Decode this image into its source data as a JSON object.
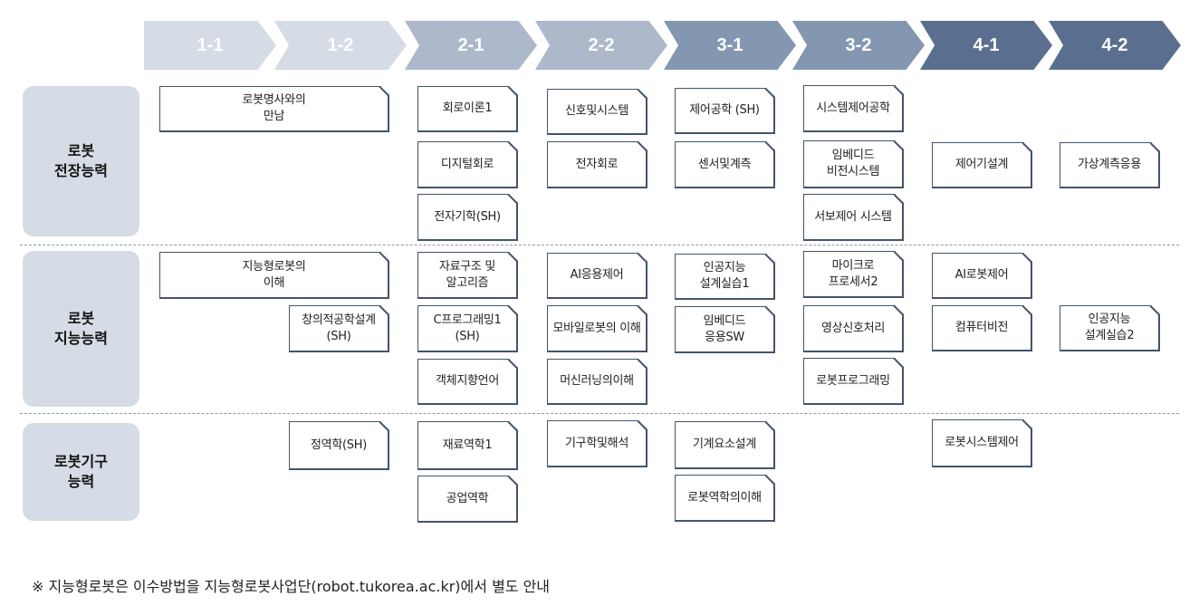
{
  "stages": [
    {
      "label": "1-1",
      "color": "#d6dce5"
    },
    {
      "label": "1-2",
      "color": "#d6dce5"
    },
    {
      "label": "2-1",
      "color": "#adb9ca"
    },
    {
      "label": "2-2",
      "color": "#adb9ca"
    },
    {
      "label": "3-1",
      "color": "#8497b0"
    },
    {
      "label": "3-2",
      "color": "#8497b0"
    },
    {
      "label": "4-1",
      "color": "#5a6f8f"
    },
    {
      "label": "4-2",
      "color": "#5a6f8f"
    }
  ],
  "categories": [
    {
      "label": "로봇\n전장능력"
    },
    {
      "label": "로봇\n지능능력"
    },
    {
      "label": "로봇기구\n능력"
    }
  ],
  "courses": {
    "c1": "로봇명사와의\n만남",
    "c2": "회로이론1",
    "c3": "신호및시스템",
    "c4": "제어공학 (SH)",
    "c5": "시스템제어공학",
    "c6": "디지털회로",
    "c7": "전자회로",
    "c8": "센서및계측",
    "c9": "임베디드\n비전시스템",
    "c10": "제어기설계",
    "c11": "가상계측응용",
    "c12": "전자기학(SH)",
    "c13": "서보제어 시스템",
    "c14": "지능형로봇의\n이해",
    "c15": "자료구조 및\n알고리즘",
    "c16": "AI응용제어",
    "c17": "인공지능\n설계실습1",
    "c18": "마이크로\n프로세서2",
    "c19": "AI로봇제어",
    "c20": "창의적공학설계\n(SH)",
    "c21": "C프로그래밍1 (SH)",
    "c22": "모바일로봇의 이해",
    "c23": "임베디드\n응용SW",
    "c24": "영상신호처리",
    "c25": "컴퓨터비전",
    "c26": "인공지능\n설계실습2",
    "c27": "객체지향언어",
    "c28": "머신러닝의이해",
    "c29": "로봇프로그래밍",
    "c30": "정역학(SH)",
    "c31": "재료역학1",
    "c32": "기구학및해석",
    "c33": "기계요소설계",
    "c34": "로봇시스템제어",
    "c35": "공업역학",
    "c36": "로봇역학의이해"
  },
  "footnote": "※ 지능형로봇은 이수방법을 지능형로봇사업단(robot.tukorea.ac.kr)에서 별도 안내"
}
